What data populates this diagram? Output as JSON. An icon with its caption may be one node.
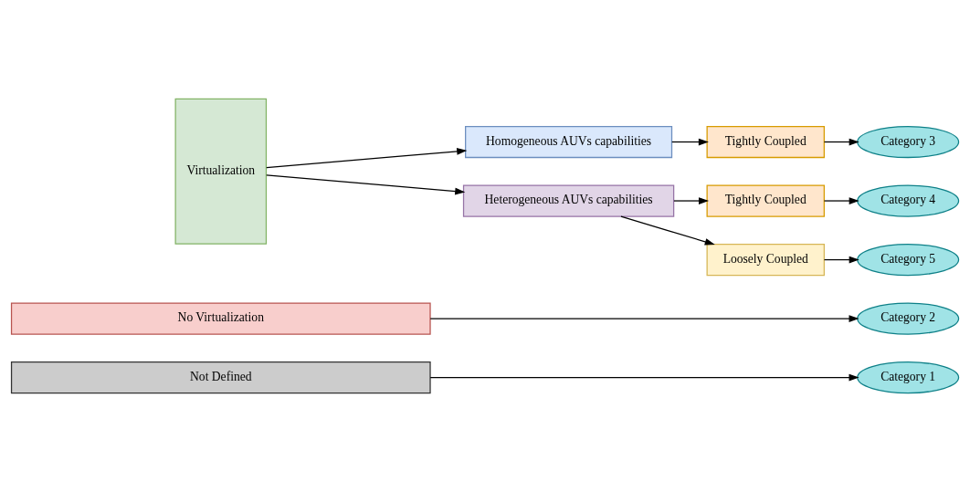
{
  "diagram": {
    "nodes": [
      {
        "text": [
          "Not Defined"
        ]
      },
      {
        "text": [
          "Category 1"
        ]
      },
      {
        "text": [
          "No Virtualization"
        ]
      },
      {
        "text": [
          "Category 2"
        ]
      },
      {
        "text": [
          "Virtualization"
        ]
      },
      {
        "text": [
          "Homogeneous AUVs capabilities"
        ]
      },
      {
        "text": [
          "Tightly Coupled"
        ]
      },
      {
        "text": [
          "Category 3"
        ]
      },
      {
        "text": [
          "Heterogeneous AUVs capabilities"
        ]
      },
      {
        "text": [
          "Tightly Coupled"
        ]
      },
      {
        "text": [
          "Category 4"
        ]
      },
      {
        "text": [
          "Loosely Coupled"
        ]
      },
      {
        "text": [
          "Category 5"
        ]
      }
    ],
    "edges": [
      {
        "from": 0,
        "to": 1,
        "arrow": "to"
      },
      {
        "from": 2,
        "to": 3,
        "arrow": "to"
      },
      {
        "from": 4,
        "to": 5,
        "arrow": "to"
      },
      {
        "from": 5,
        "to": 6,
        "arrow": "to"
      },
      {
        "from": 6,
        "to": 7,
        "arrow": "to"
      },
      {
        "from": 4,
        "to": 8,
        "arrow": "to"
      },
      {
        "from": 8,
        "to": 9,
        "arrow": "to"
      },
      {
        "from": 8,
        "to": 11,
        "arrow": "to"
      },
      {
        "from": 9,
        "to": 10,
        "arrow": "to"
      },
      {
        "from": 11,
        "to": 12,
        "arrow": "to"
      }
    ]
  }
}
